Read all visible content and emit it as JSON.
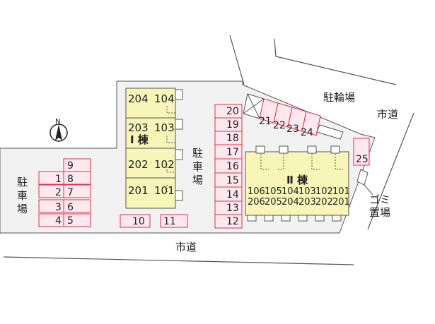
{
  "labels": {
    "road_bottom": "市道",
    "road_right": "市道",
    "parking_left": "駐\n車\n場",
    "parking_center": "駐\n車\n場",
    "bicycle_parking": "駐輪場",
    "garbage": "ゴミ\n置場",
    "north": "N",
    "building_1": "Ⅰ 棟",
    "building_2": "Ⅱ 棟"
  },
  "building_1_units": [
    [
      "204",
      "104"
    ],
    [
      "203",
      "103"
    ],
    [
      "202",
      "102"
    ],
    [
      "201",
      "101"
    ]
  ],
  "building_2_units": [
    [
      "106",
      "206"
    ],
    [
      "105",
      "205"
    ],
    [
      "104",
      "204"
    ],
    [
      "103",
      "203"
    ],
    [
      "102",
      "202"
    ],
    [
      "101",
      "201"
    ]
  ],
  "parking_left_left": [
    "1",
    "2",
    "3",
    "4"
  ],
  "parking_left_right": [
    "9",
    "8",
    "7",
    "6",
    "5"
  ],
  "parking_bottom": [
    "10",
    "11"
  ],
  "parking_center": [
    "20",
    "19",
    "18",
    "17",
    "16",
    "15",
    "14",
    "13",
    "12"
  ],
  "parking_top": [
    "21",
    "22",
    "23",
    "24"
  ],
  "parking_right": "25",
  "colors": {
    "building_fill": "#f7f5b8",
    "parking_stroke": "#d9334f",
    "parking_fill": "#ffe8ee",
    "lot_fill": "#f2f2f2"
  }
}
